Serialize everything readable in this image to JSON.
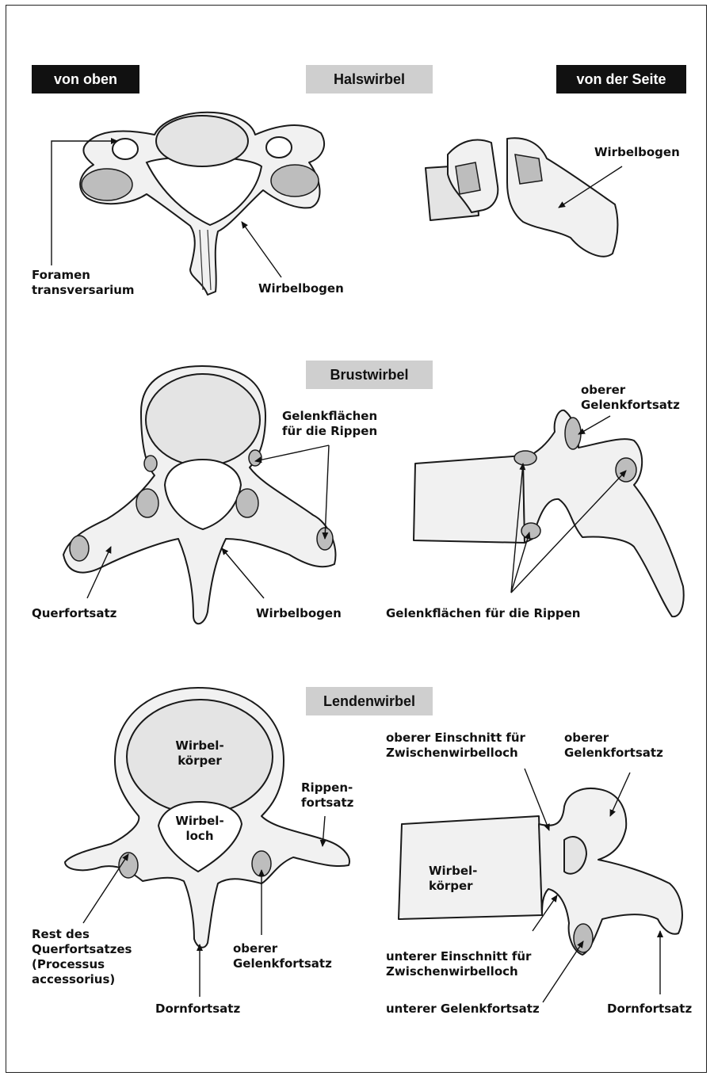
{
  "tags": {
    "from_top": "von oben",
    "cervical": "Halswirbel",
    "from_side": "von der Seite",
    "thoracic": "Brustwirbel",
    "lumbar": "Lendenwirbel"
  },
  "cervical": {
    "foramen_line1": "Foramen",
    "foramen_line2": "transversarium",
    "arch_top": "Wirbelbogen",
    "arch_side": "Wirbelbogen"
  },
  "thoracic": {
    "facets_top_line1": "Gelenkflächen",
    "facets_top_line2": "für die Rippen",
    "transverse": "Querfortsatz",
    "arch": "Wirbelbogen",
    "sup_articular_line1": "oberer",
    "sup_articular_line2": "Gelenkfortsatz",
    "facets_side": "Gelenkflächen für die Rippen"
  },
  "lumbar": {
    "body_top_line1": "Wirbel-",
    "body_top_line2": "körper",
    "foramen_line1": "Wirbel-",
    "foramen_line2": "loch",
    "costal_line1": "Rippen-",
    "costal_line2": "fortsatz",
    "rest_line1": "Rest des",
    "rest_line2": "Querfortsatzes",
    "rest_line3": "(Processus",
    "rest_line4": "accessorius)",
    "sup_articular_top_line1": "oberer",
    "sup_articular_top_line2": "Gelenkfortsatz",
    "spinous_top": "Dornfortsatz",
    "sup_notch_line1": "oberer Einschnitt für",
    "sup_notch_line2": "Zwischenwirbelloch",
    "sup_articular_side_line1": "oberer",
    "sup_articular_side_line2": "Gelenkfortsatz",
    "body_side_line1": "Wirbel-",
    "body_side_line2": "körper",
    "inf_notch_line1": "unterer Einschnitt für",
    "inf_notch_line2": "Zwischenwirbelloch",
    "inf_articular": "unterer Gelenkfortsatz",
    "spinous_side": "Dornfortsatz"
  }
}
